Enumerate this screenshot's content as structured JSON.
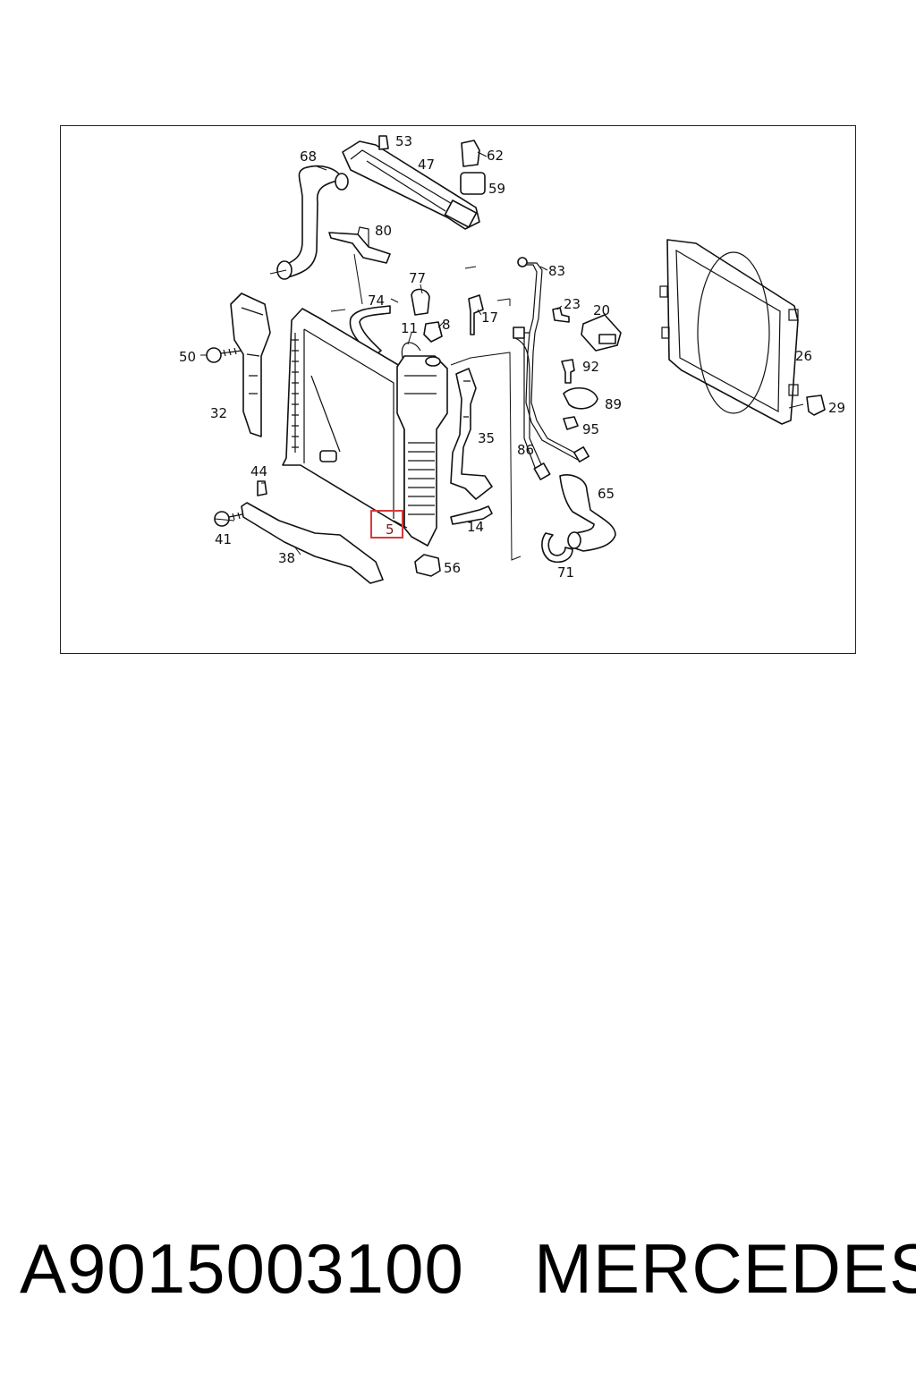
{
  "diagram": {
    "callouts": [
      {
        "id": "53",
        "label": "53"
      },
      {
        "id": "47",
        "label": "47"
      },
      {
        "id": "62",
        "label": "62"
      },
      {
        "id": "59",
        "label": "59"
      },
      {
        "id": "68",
        "label": "68"
      },
      {
        "id": "80",
        "label": "80"
      },
      {
        "id": "83",
        "label": "83"
      },
      {
        "id": "77",
        "label": "77"
      },
      {
        "id": "74",
        "label": "74"
      },
      {
        "id": "23",
        "label": "23"
      },
      {
        "id": "20",
        "label": "20"
      },
      {
        "id": "11",
        "label": "11"
      },
      {
        "id": "8",
        "label": "8"
      },
      {
        "id": "17",
        "label": "17"
      },
      {
        "id": "50",
        "label": "50"
      },
      {
        "id": "92",
        "label": "92"
      },
      {
        "id": "26",
        "label": "26"
      },
      {
        "id": "89",
        "label": "89"
      },
      {
        "id": "29",
        "label": "29"
      },
      {
        "id": "32",
        "label": "32"
      },
      {
        "id": "95",
        "label": "95"
      },
      {
        "id": "35",
        "label": "35"
      },
      {
        "id": "86",
        "label": "86"
      },
      {
        "id": "65",
        "label": "65"
      },
      {
        "id": "44",
        "label": "44"
      },
      {
        "id": "14",
        "label": "14"
      },
      {
        "id": "41",
        "label": "41"
      },
      {
        "id": "38",
        "label": "38"
      },
      {
        "id": "56",
        "label": "56"
      },
      {
        "id": "71",
        "label": "71"
      },
      {
        "id": "5",
        "label": "5",
        "highlighted": true
      }
    ],
    "highlight_color": "#d93a3a"
  },
  "footer": {
    "part_number": "A9015003100",
    "brand": "MERCEDES"
  }
}
